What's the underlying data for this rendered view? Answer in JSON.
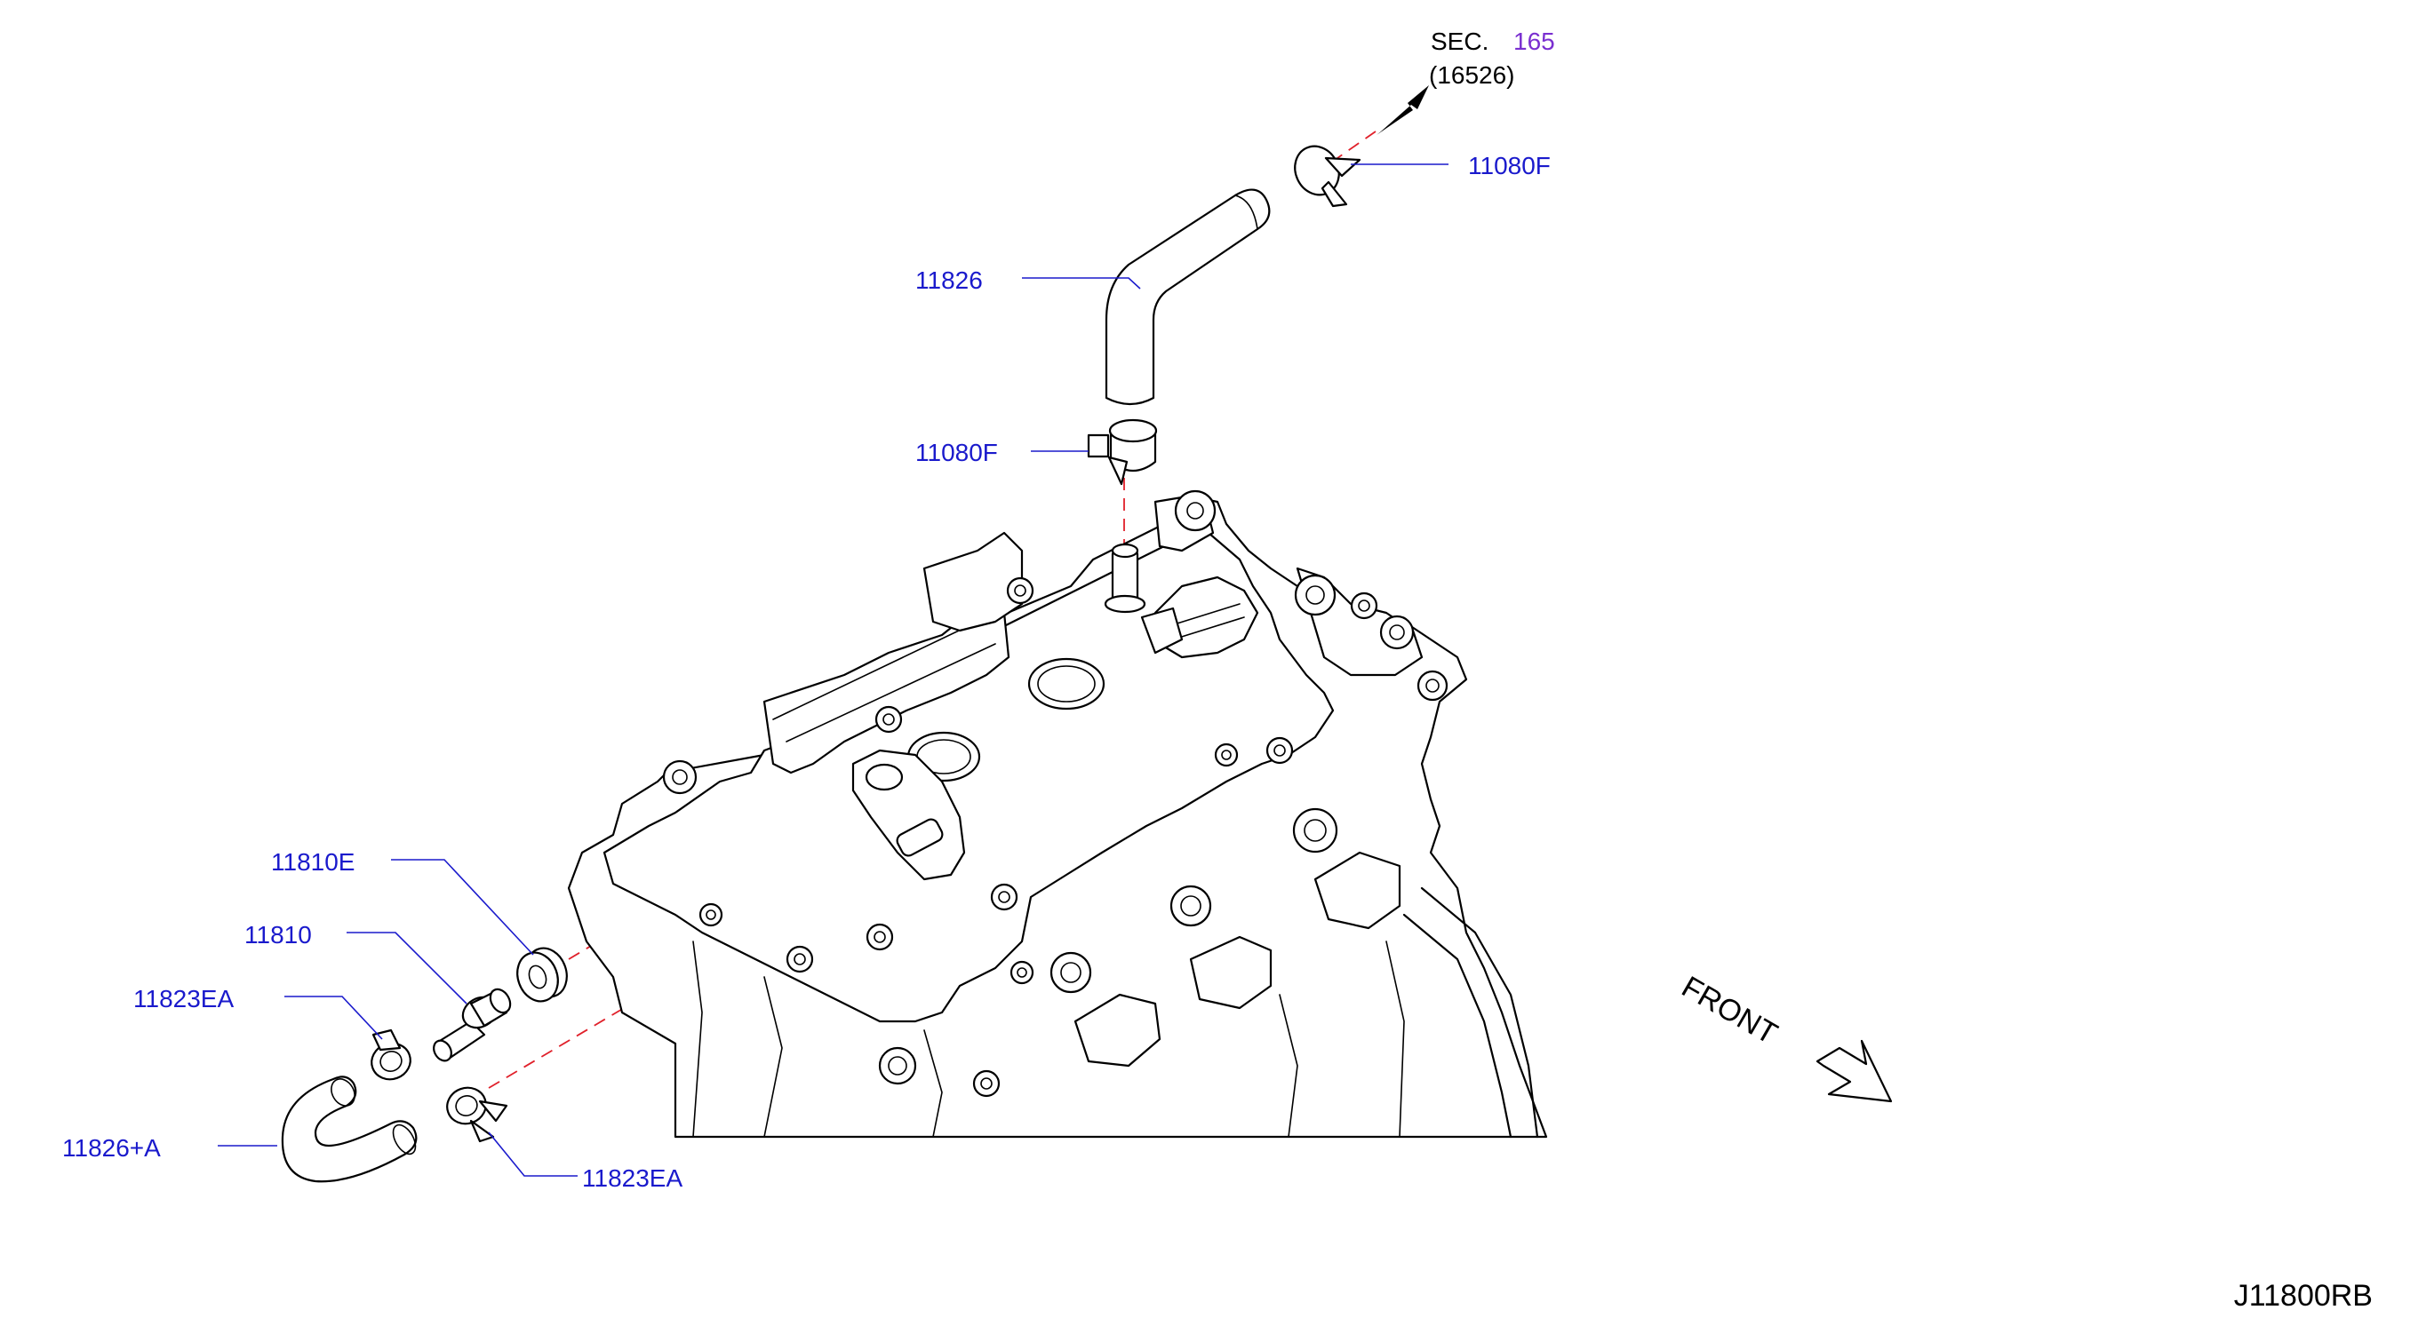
{
  "section": {
    "prefix": "SEC.",
    "number": "165",
    "subref": "(16526)"
  },
  "labels": {
    "clamp_top": "11080F",
    "hose_upper": "11826",
    "clamp_mid": "11080F",
    "grommet": "11810E",
    "pcv_valve": "11810",
    "clamp_lower_left": "11823EA",
    "hose_lower": "11826+A",
    "clamp_lower_right": "11823EA"
  },
  "front_label": "FRONT",
  "diagram_code": "J11800RB",
  "colors": {
    "label": "#1a1acc",
    "section_number": "#7a2fd0",
    "center_line": "#e0202a",
    "outline": "#000000"
  }
}
